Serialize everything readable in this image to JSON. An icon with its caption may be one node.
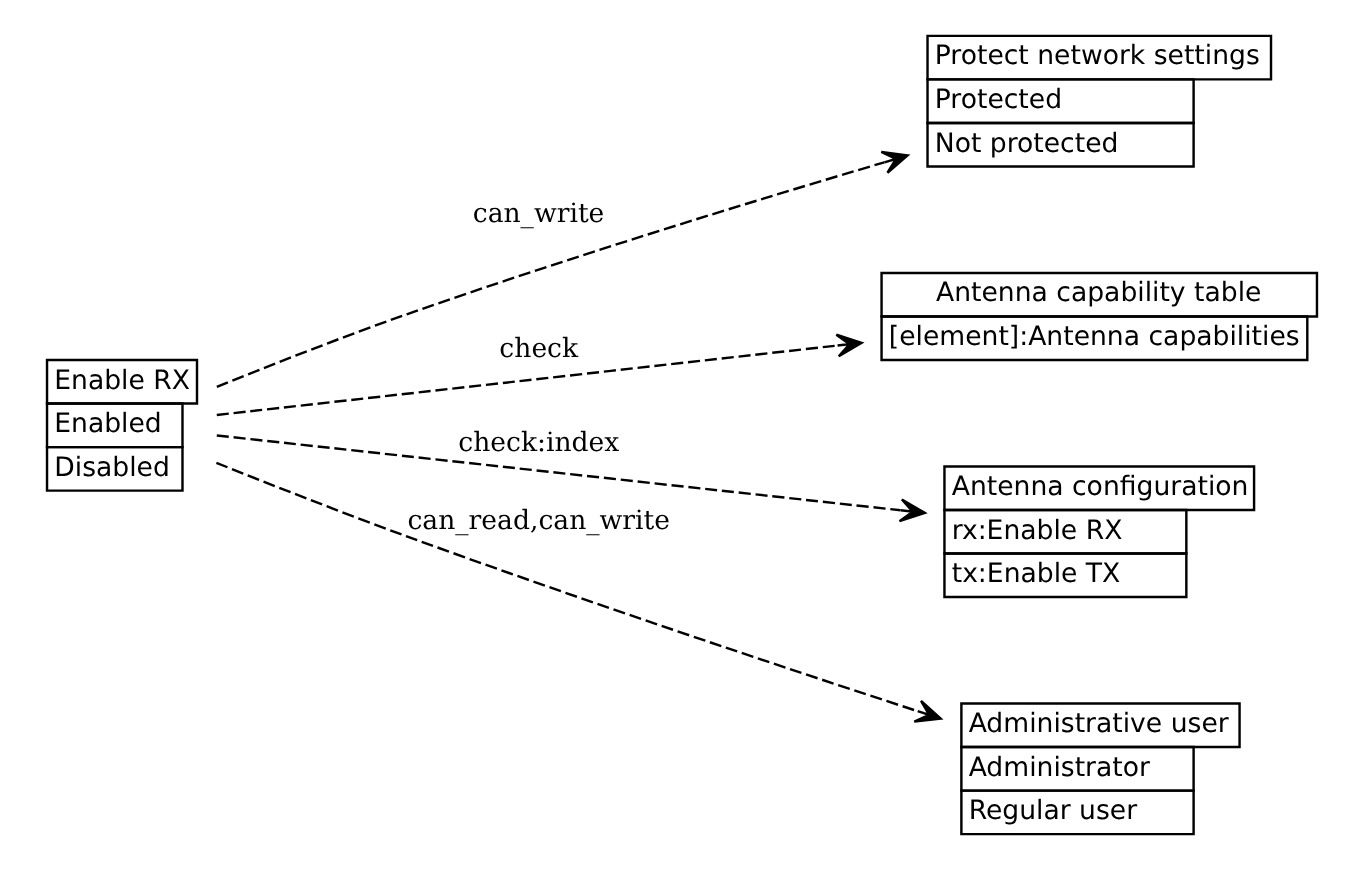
{
  "diagram": {
    "nodes": [
      {
        "text": [
          "Enable RX",
          "Enabled",
          "Disabled"
        ]
      },
      {
        "text": [
          "Protect network settings",
          "Protected",
          "Not protected"
        ]
      },
      {
        "text": [
          "Antenna capability table",
          "[element]:Antenna capabilities"
        ]
      },
      {
        "text": [
          "Antenna configuration",
          "rx:Enable RX",
          "tx:Enable TX"
        ]
      },
      {
        "text": [
          "Administrative user",
          "Administrator",
          "Regular user"
        ]
      }
    ],
    "edges": [
      {
        "from": 0,
        "to": 1,
        "arrow": "to",
        "label": "can_write",
        "style": "dashed"
      },
      {
        "from": 0,
        "to": 2,
        "arrow": "to",
        "label": "check",
        "style": "dashed"
      },
      {
        "from": 0,
        "to": 3,
        "arrow": "to",
        "label": "check:index",
        "style": "dashed"
      },
      {
        "from": 0,
        "to": 4,
        "arrow": "to",
        "label": "can_read,can_write",
        "style": "dashed"
      }
    ]
  }
}
